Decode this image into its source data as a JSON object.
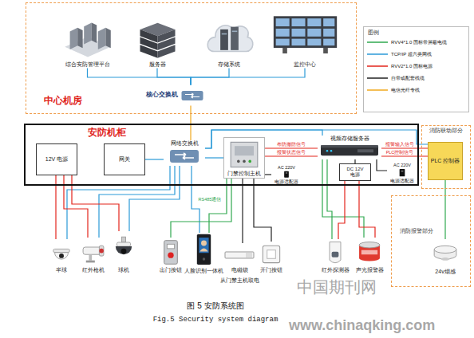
{
  "diagram": {
    "caption": "图 5 安防系统图",
    "nodes": [
      {
        "text": [
          "中心机房"
        ]
      },
      {
        "text": [
          "综合安防管理平台"
        ],
        "in": 0
      },
      {
        "text": [
          "服务器"
        ],
        "in": 0
      },
      {
        "text": [
          "存储系统"
        ],
        "in": 0
      },
      {
        "text": [
          "监控中心"
        ],
        "in": 0
      },
      {
        "text": [
          "核心交换机"
        ],
        "in": 0
      },
      {
        "text": [
          "安防机柜"
        ]
      },
      {
        "text": [
          "12V 电源"
        ],
        "in": 6
      },
      {
        "text": [
          "网关"
        ],
        "in": 6
      },
      {
        "text": [
          "网络交换机"
        ],
        "in": 6
      },
      {
        "text": [
          "门禁控制主机"
        ],
        "in": 6
      },
      {
        "text": [
          "AC 220V",
          "电源适配器"
        ],
        "in": 6
      },
      {
        "text": [
          "视频存储服务器"
        ],
        "in": 6
      },
      {
        "text": [
          "DC 12V",
          "电源"
        ],
        "in": 6
      },
      {
        "text": [
          "AC 220V",
          "电源适配器"
        ],
        "in": 6
      },
      {
        "text": [
          "消防联动部分"
        ]
      },
      {
        "text": [
          "PLC 控制器"
        ],
        "in": 15
      },
      {
        "text": [
          "消防报警部分"
        ]
      },
      {
        "text": [
          "24v烟感"
        ],
        "in": 17
      },
      {
        "text": [
          "半球"
        ]
      },
      {
        "text": [
          "红外枪机"
        ]
      },
      {
        "text": [
          "球机"
        ]
      },
      {
        "text": [
          "出门按钮"
        ]
      },
      {
        "text": [
          "人脸识别一体机"
        ]
      },
      {
        "text": [
          "电磁锁"
        ]
      },
      {
        "text": [
          "开门按钮"
        ]
      },
      {
        "text": [
          "红外探测器"
        ]
      },
      {
        "text": [
          "声光报警器"
        ]
      }
    ],
    "edges": [
      {
        "from": 1,
        "to": 5,
        "arrow": "none"
      },
      {
        "from": 2,
        "to": 5,
        "arrow": "none"
      },
      {
        "from": 3,
        "to": 5,
        "arrow": "none"
      },
      {
        "from": 4,
        "to": 5,
        "arrow": "none"
      },
      {
        "from": 5,
        "to": 9,
        "arrow": "none"
      },
      {
        "from": 9,
        "to": 8,
        "arrow": "none"
      },
      {
        "from": 9,
        "to": 10,
        "arrow": "none"
      },
      {
        "from": 9,
        "to": 12,
        "arrow": "none"
      },
      {
        "from": 9,
        "to": 16,
        "arrow": "none"
      },
      {
        "from": 9,
        "to": 19,
        "arrow": "none"
      },
      {
        "from": 9,
        "to": 20,
        "arrow": "none"
      },
      {
        "from": 9,
        "to": 21,
        "arrow": "none"
      },
      {
        "from": 9,
        "to": 23,
        "arrow": "none"
      },
      {
        "from": 7,
        "to": 19,
        "arrow": "none"
      },
      {
        "from": 7,
        "to": 20,
        "arrow": "none"
      },
      {
        "from": 7,
        "to": 21,
        "arrow": "none"
      },
      {
        "from": 10,
        "to": 12,
        "label": "布防撤防信号",
        "arrow": "none"
      },
      {
        "from": 10,
        "to": 12,
        "label": "报警状态信号",
        "arrow": "none"
      },
      {
        "from": 11,
        "to": 10,
        "arrow": "none"
      },
      {
        "from": 10,
        "to": 22,
        "arrow": "none"
      },
      {
        "from": 10,
        "to": 23,
        "label": "RS485通信",
        "arrow": "none"
      },
      {
        "from": 10,
        "to": 24,
        "arrow": "none"
      },
      {
        "from": 10,
        "to": 25,
        "arrow": "none"
      },
      {
        "from": 12,
        "to": 16,
        "label": "报警输入信号",
        "arrow": "none"
      },
      {
        "from": 12,
        "to": 16,
        "label": "PLC控制信号",
        "arrow": "none"
      },
      {
        "from": 13,
        "to": 12,
        "arrow": "none"
      },
      {
        "from": 14,
        "to": 12,
        "arrow": "none"
      },
      {
        "from": 12,
        "to": 26,
        "arrow": "none"
      },
      {
        "from": 12,
        "to": 27,
        "arrow": "none"
      },
      {
        "from": 13,
        "to": 26,
        "arrow": "none"
      },
      {
        "from": 13,
        "to": 27,
        "arrow": "none"
      },
      {
        "from": 16,
        "to": 18,
        "arrow": "none"
      }
    ],
    "labels": [
      "图例",
      "从门禁主机取电",
      "Fig.5 Security system diagram",
      "中国期刊网",
      "www.chinaqking.com"
    ],
    "legend": [
      {
        "text": "RVV4*1.0 国标带屏蔽电缆"
      },
      {
        "text": "TCP/IP 超六类网线"
      },
      {
        "text": "RVV2*1.0 国标电源"
      },
      {
        "text": "自带或配套线缆"
      },
      {
        "text": "电信光纤专线"
      }
    ]
  }
}
